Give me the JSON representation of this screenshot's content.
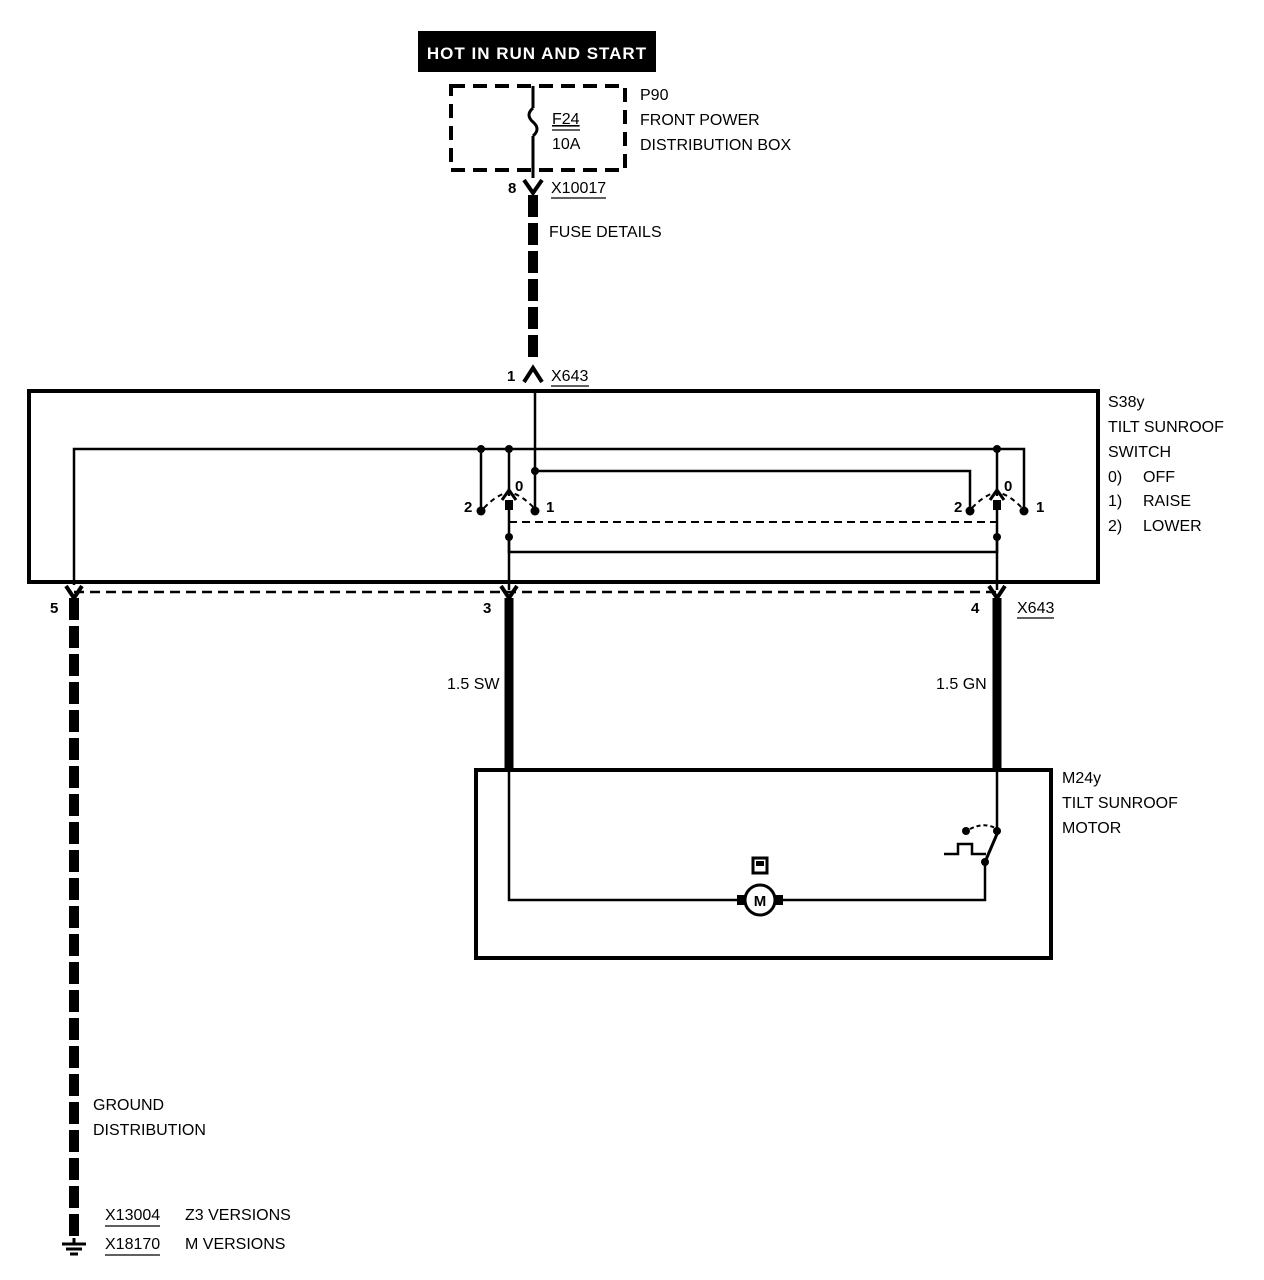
{
  "power_source": {
    "label": "HOT IN RUN AND START"
  },
  "fuse_box": {
    "id": "P90",
    "name_line1": "FRONT POWER",
    "name_line2": "DISTRIBUTION BOX",
    "fuse_id": "F24",
    "fuse_rating": "10A",
    "pin": "8",
    "connector": "X10017"
  },
  "fuse_details": "FUSE DETAILS",
  "switch": {
    "id": "S38y",
    "name_line1": "TILT SUNROOF",
    "name_line2": "SWITCH",
    "positions": [
      {
        "num": "0)",
        "label": "OFF"
      },
      {
        "num": "1)",
        "label": "RAISE"
      },
      {
        "num": "2)",
        "label": "LOWER"
      }
    ],
    "input_pin": "1",
    "input_connector": "X643",
    "left_contact": {
      "p2": "2",
      "p0": "0",
      "p1": "1"
    },
    "right_contact": {
      "p2": "2",
      "p0": "0",
      "p1": "1"
    },
    "out_pin_ground": "5",
    "out_pin_left": "3",
    "out_pin_right": "4",
    "out_connector": "X643"
  },
  "wires": {
    "left": "1.5 SW",
    "right": "1.5 GN"
  },
  "motor": {
    "id": "M24y",
    "name_line1": "TILT SUNROOF",
    "name_line2": "MOTOR",
    "symbol": "M"
  },
  "ground": {
    "line1": "GROUND",
    "line2": "DISTRIBUTION",
    "items": [
      {
        "connector": "X13004",
        "desc": "Z3 VERSIONS"
      },
      {
        "connector": "X18170",
        "desc": "M VERSIONS"
      }
    ]
  },
  "icons": {
    "ground": "ground-icon",
    "fuse": "fuse-icon",
    "motor": "motor-icon",
    "limit_switch": "limit-switch-icon"
  }
}
